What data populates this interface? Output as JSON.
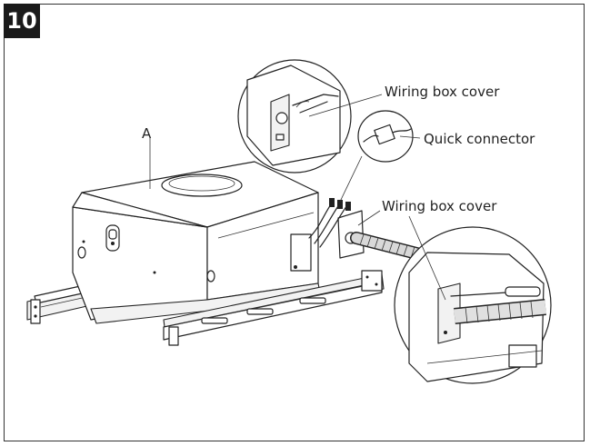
{
  "step": {
    "number": "10"
  },
  "labels": {
    "housing": "A",
    "wiring_box_cover_top": "Wiring box cover",
    "quick_connector": "Quick connector",
    "wiring_box_cover_bottom": "Wiring box cover"
  },
  "colors": {
    "ink": "#222222",
    "badge_bg": "#1a1a1a",
    "badge_text": "#ffffff",
    "paper": "#ffffff"
  }
}
